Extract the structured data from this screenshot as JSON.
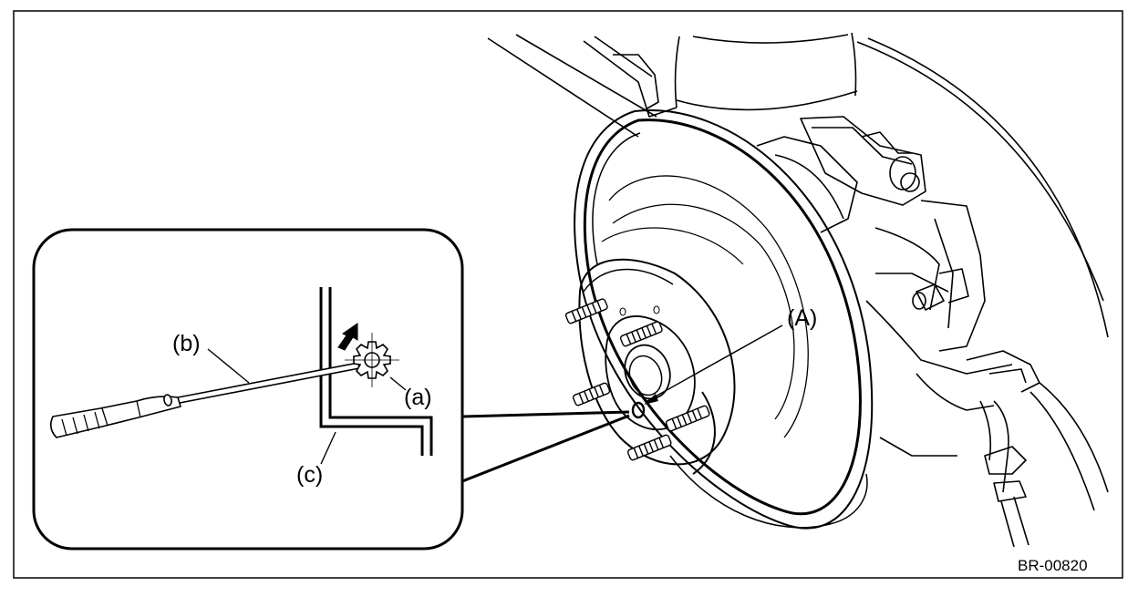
{
  "labels": {
    "hole": "(A)",
    "adjuster_wheel": "(a)",
    "screwdriver": "(b)",
    "backplate": "(c)"
  },
  "figure_code": "BR-00820",
  "colors": {
    "ink": "#000000",
    "paper": "#ffffff"
  }
}
